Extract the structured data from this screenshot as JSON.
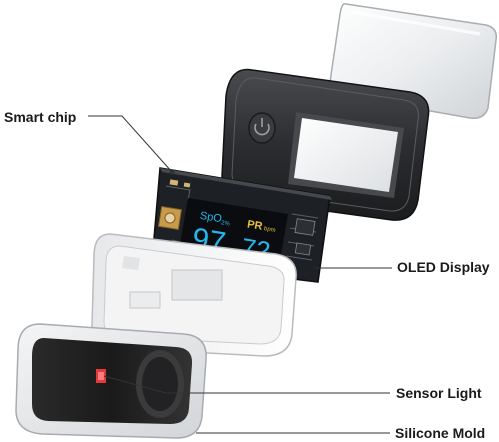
{
  "callouts": {
    "smart_chip": "Smart chip",
    "oled_display": "OLED Display",
    "sensor_light": "Sensor Light",
    "silicone_mold": "Silicone Mold"
  },
  "display": {
    "spo2_label": "SpO",
    "spo2_sub": "2%",
    "pr_label": "PR",
    "pr_unit": "bpm",
    "spo2_value": "97",
    "pr_value": "72"
  },
  "colors": {
    "display_cyan": "#22b8ec",
    "display_yellow": "#e7c23a",
    "shell_dark": "#2c2d30",
    "sensor_red": "#e23a3a",
    "callout_text": "#1a1a1a"
  }
}
